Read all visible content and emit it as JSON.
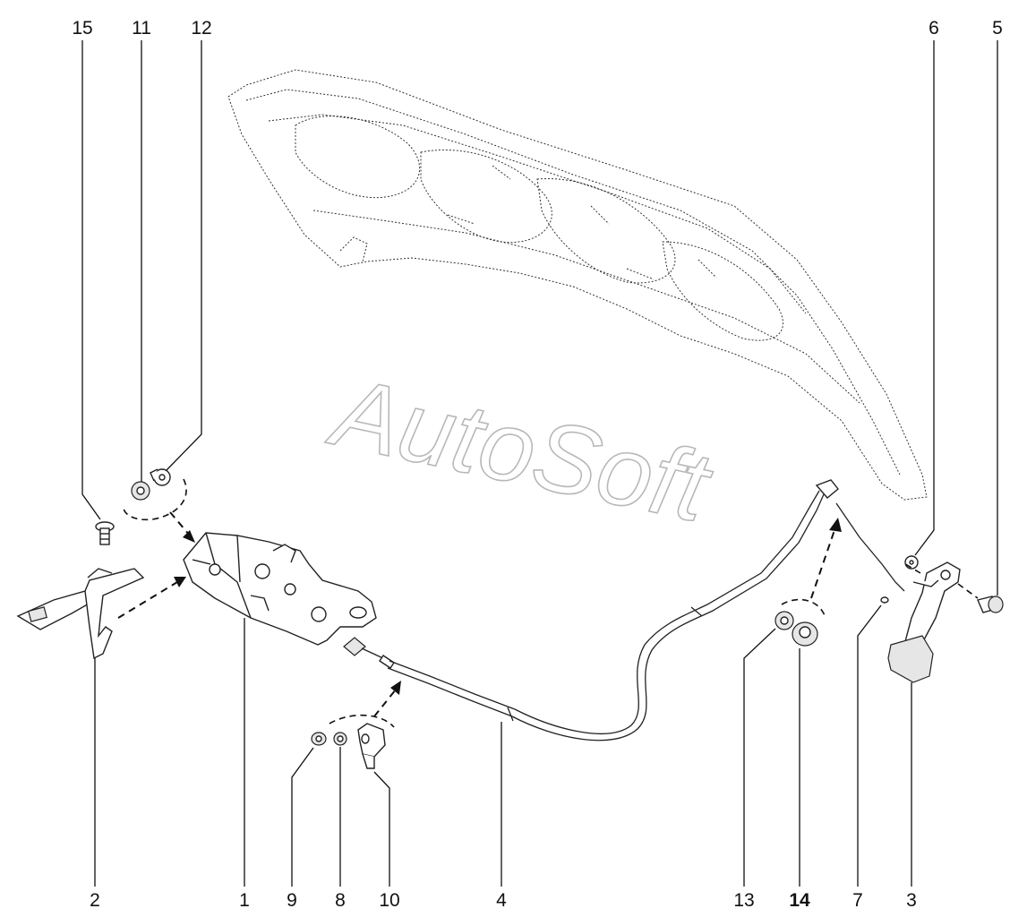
{
  "watermark": "AutoSoft",
  "callouts": {
    "c15": "15",
    "c11": "11",
    "c12": "12",
    "c6": "6",
    "c5": "5",
    "c2": "2",
    "c1": "1",
    "c9": "9",
    "c8": "8",
    "c10": "10",
    "c4": "4",
    "c13": "13",
    "c14": "14",
    "c7": "7",
    "c3": "3"
  },
  "colors": {
    "line": "#111111",
    "watermark": "#b8b8b8",
    "background": "#ffffff"
  }
}
